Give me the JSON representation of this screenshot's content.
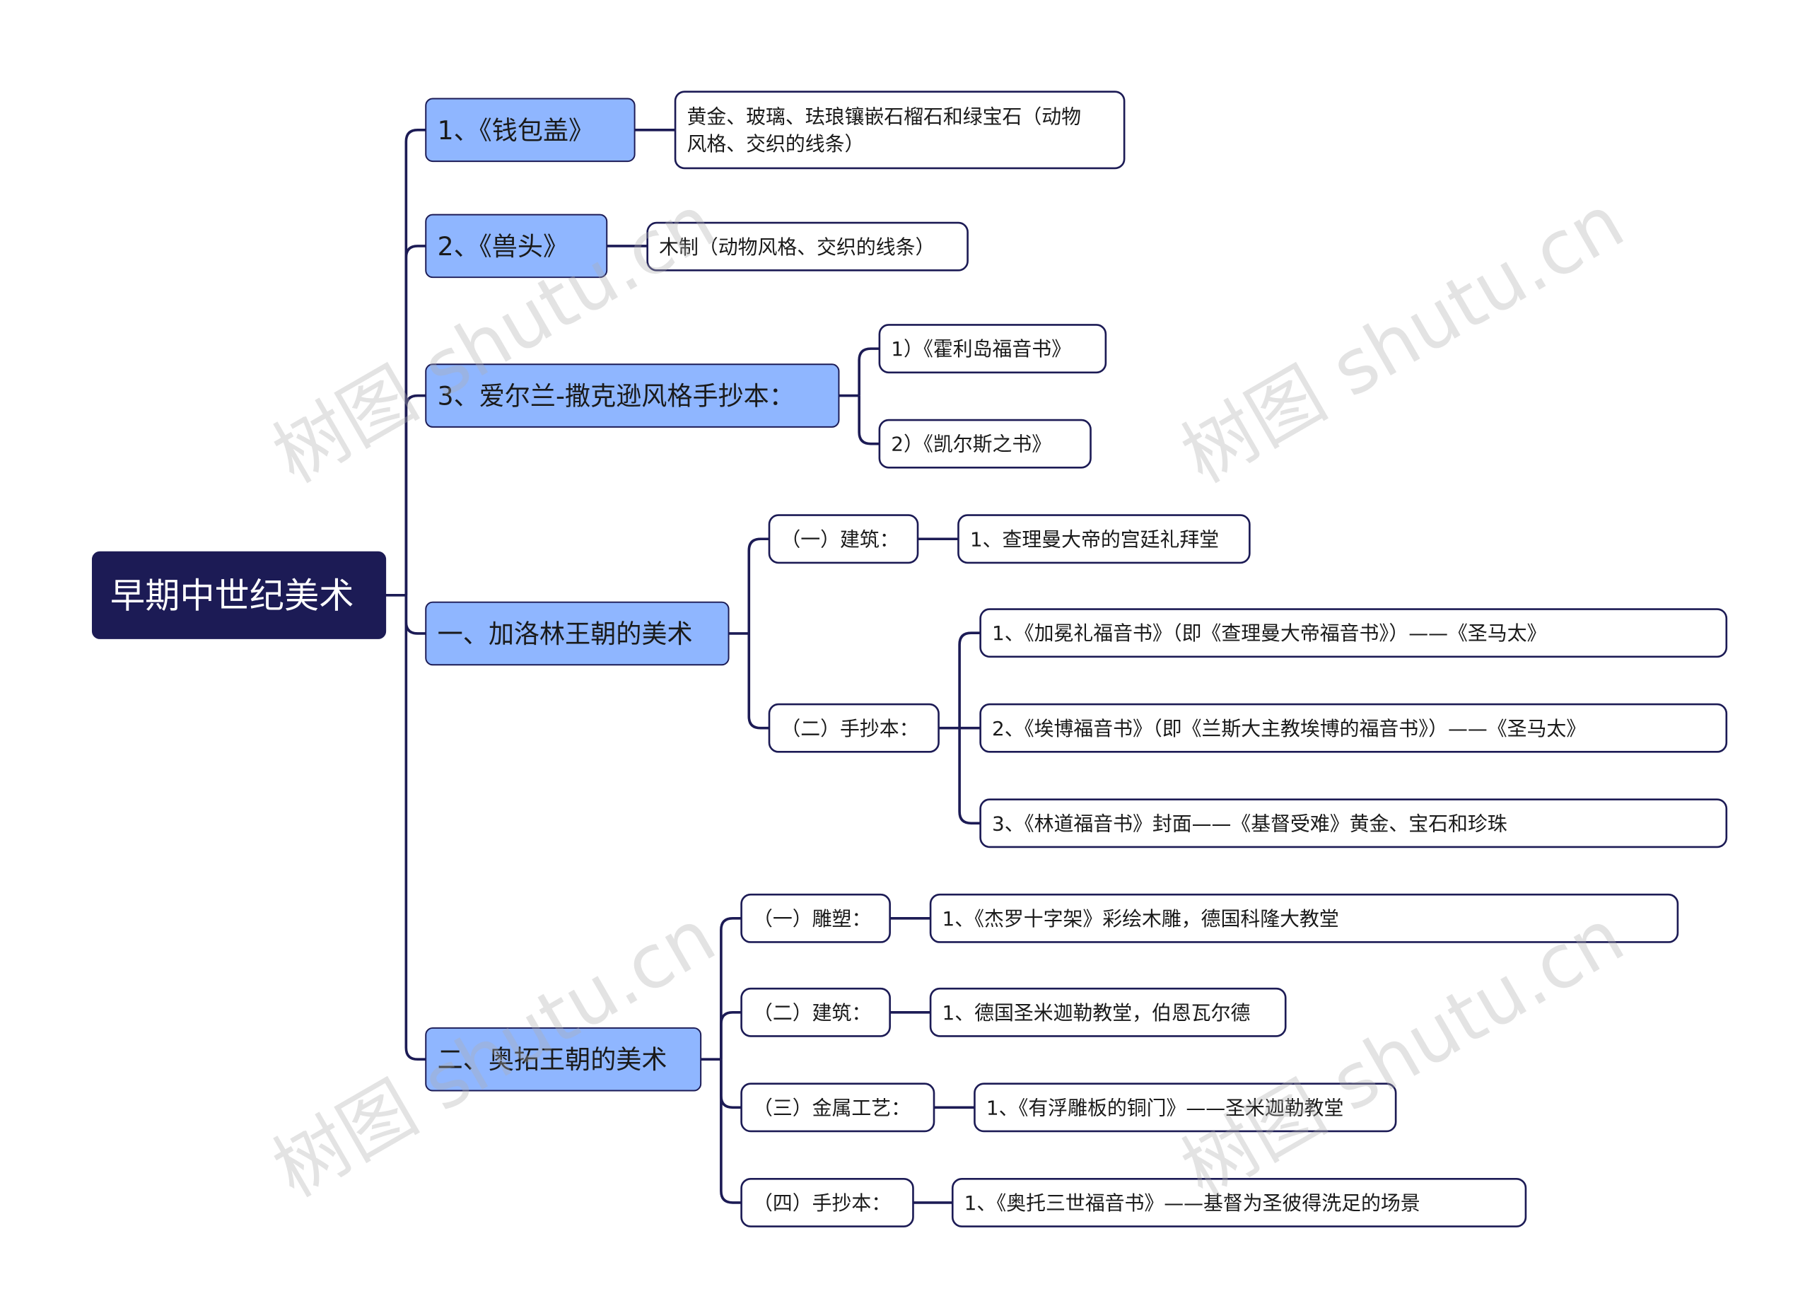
{
  "colors": {
    "root_fill": "#1c1b55",
    "root_text": "#ffffff",
    "l1_fill": "#8fb6ff",
    "l1_stroke": "#1c1b55",
    "leaf_fill": "#ffffff",
    "leaf_stroke": "#1c1b55",
    "text": "#1a1a1a",
    "connector": "#1c1b55",
    "watermark": "#b8b8b8"
  },
  "watermark_text": "树图 shutu.cn",
  "root": {
    "id": "root",
    "label": "早期中世纪美术",
    "children": [
      {
        "id": "n1",
        "label": "1、《钱包盖》",
        "children": [
          {
            "id": "n1a",
            "lines": [
              "黄金、玻璃、珐琅镶嵌石榴石和绿宝石（动物",
              "风格、交织的线条）"
            ]
          }
        ]
      },
      {
        "id": "n2",
        "label": "2、《兽头》",
        "children": [
          {
            "id": "n2a",
            "label": "木制（动物风格、交织的线条）"
          }
        ]
      },
      {
        "id": "n3",
        "label": "3、爱尔兰-撒克逊风格手抄本：",
        "children": [
          {
            "id": "n3a",
            "label": "1）《霍利岛福音书》"
          },
          {
            "id": "n3b",
            "label": "2）《凯尔斯之书》"
          }
        ]
      },
      {
        "id": "n4",
        "label": "一、加洛林王朝的美术",
        "children": [
          {
            "id": "n4a",
            "label": "（一）建筑：",
            "children": [
              {
                "id": "n4a1",
                "label": "1、查理曼大帝的宫廷礼拜堂"
              }
            ]
          },
          {
            "id": "n4b",
            "label": "（二）手抄本：",
            "children": [
              {
                "id": "n4b1",
                "label": "1、《加冕礼福音书》（即《查理曼大帝福音书》）——《圣马太》"
              },
              {
                "id": "n4b2",
                "label": "2、《埃博福音书》（即《兰斯大主教埃博的福音书》）——《圣马太》"
              },
              {
                "id": "n4b3",
                "label": "3、《林道福音书》封面——《基督受难》黄金、宝石和珍珠"
              }
            ]
          }
        ]
      },
      {
        "id": "n5",
        "label": "二、奥拓王朝的美术",
        "children": [
          {
            "id": "n5a",
            "label": "（一）雕塑：",
            "children": [
              {
                "id": "n5a1",
                "label": "1、《杰罗十字架》彩绘木雕，德国科隆大教堂"
              }
            ]
          },
          {
            "id": "n5b",
            "label": "（二）建筑：",
            "children": [
              {
                "id": "n5b1",
                "label": "1、德国圣米迦勒教堂，伯恩瓦尔德"
              }
            ]
          },
          {
            "id": "n5c",
            "label": "（三）金属工艺：",
            "children": [
              {
                "id": "n5c1",
                "label": "1、《有浮雕板的铜门》——圣米迦勒教堂"
              }
            ]
          },
          {
            "id": "n5d",
            "label": "（四）手抄本：",
            "children": [
              {
                "id": "n5d1",
                "label": "1、《奥托三世福音书》——基督为圣彼得洗足的场景"
              }
            ]
          }
        ]
      }
    ]
  }
}
